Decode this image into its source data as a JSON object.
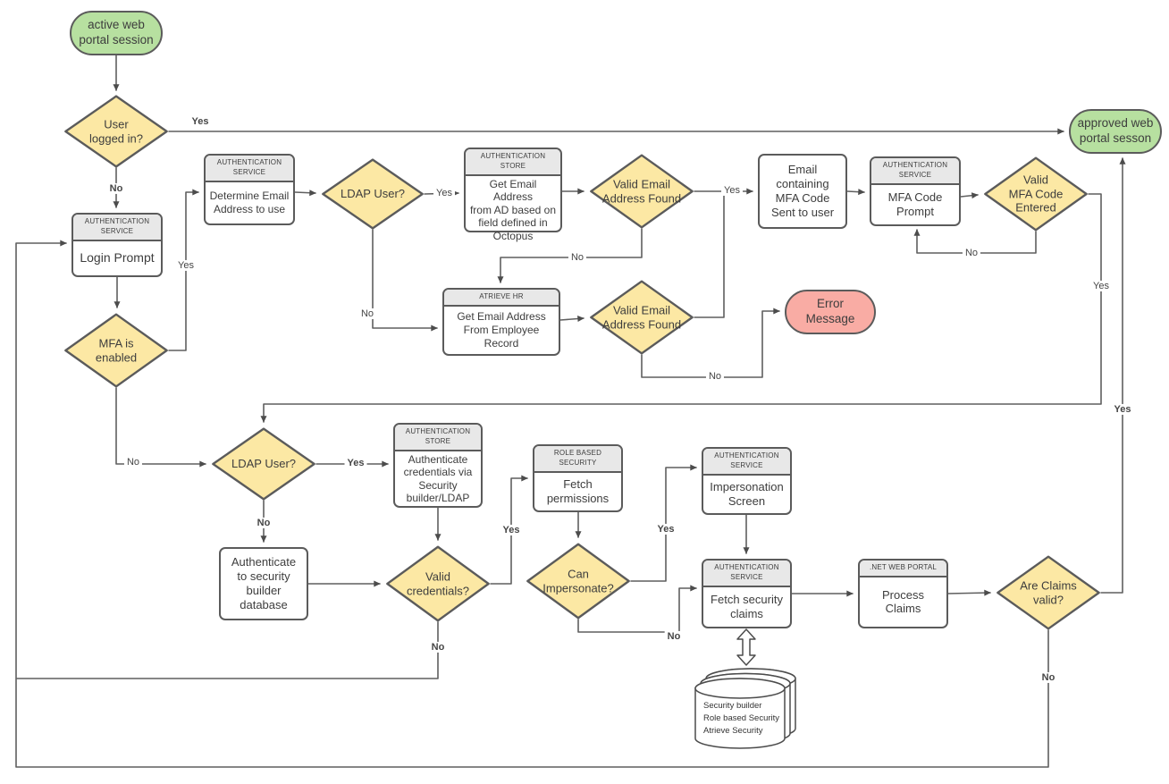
{
  "colors": {
    "terminator_green": "#b7e0a0",
    "decision_yellow": "#fce8a4",
    "error_pink": "#f9aca4",
    "process_white": "#ffffff",
    "header_gray": "#e8e8e8",
    "shape_border": "#5b5b5b",
    "connector_line": "#5f5f5f"
  },
  "nodes": {
    "start": {
      "label": "active web\nportal session"
    },
    "approved": {
      "label": "approved web\nportal sesson"
    },
    "error": {
      "label": "Error Message"
    },
    "d_logged_in": {
      "label": "User\nlogged in?"
    },
    "d_ldap1": {
      "label": "LDAP User?"
    },
    "d_email1": {
      "label": "Valid Email\nAddress Found"
    },
    "d_mfa_code": {
      "label": "Valid\nMFA Code\nEntered"
    },
    "d_mfa_enabled": {
      "label": "MFA is\nenabled"
    },
    "d_email2": {
      "label": "Valid Email\nAddress Found"
    },
    "d_ldap2": {
      "label": "LDAP User?"
    },
    "d_credentials": {
      "label": "Valid\ncredentials?"
    },
    "d_impersonate": {
      "label": "Can\nImpersonate?"
    },
    "d_claims": {
      "label": "Are Claims\nvalid?"
    },
    "p_determine": {
      "header": "AUTHENTICATION\nSERVICE",
      "label": "Determine Email\nAddress to use"
    },
    "p_get_ad": {
      "header": "AUTHENTICATION\nSTORE",
      "label": "Get Email Address\nfrom AD based on\nfield defined in\nOctopus"
    },
    "p_email_sent": {
      "label": "Email\ncontaining\nMFA Code\nSent to user"
    },
    "p_mfa_prompt": {
      "header": "AUTHENTICATION\nSERVICE",
      "label": "MFA Code\nPrompt"
    },
    "p_login": {
      "header": "AUTHENTICATION\nSERVICE",
      "label": "Login Prompt"
    },
    "p_hr": {
      "header": "ATRIEVE HR",
      "label": "Get Email Address\nFrom Employee\nRecord"
    },
    "p_auth_ldap": {
      "header": "AUTHENTICATION\nSTORE",
      "label": "Authenticate\ncredentials via\nSecurity\nbuilder/LDAP"
    },
    "p_auth_db": {
      "label": "Authenticate\nto security\nbuilder\ndatabase"
    },
    "p_fetch_perm": {
      "header": "ROLE BASED\nSECURITY",
      "label": "Fetch\npermissions"
    },
    "p_impersonation": {
      "header": "AUTHENTICATION\nSERVICE",
      "label": "Impersonation\nScreen"
    },
    "p_fetch_claims": {
      "header": "AUTHENTICATION\nSERVICE",
      "label": "Fetch security\nclaims"
    },
    "p_process_claims": {
      "header": ".NET WEB PORTAL",
      "label": "Process\nClaims"
    }
  },
  "database": {
    "lines": [
      "Security builder",
      "Role based Security",
      "Atrieve Security"
    ]
  },
  "edge_labels": {
    "logged_in_yes": "Yes",
    "logged_in_no": "No",
    "mfa_enabled_yes": "Yes",
    "mfa_enabled_no": "No",
    "ldap1_yes": "Yes",
    "ldap1_no": "No",
    "email1_yes": "Yes",
    "email1_no": "No",
    "email2_no": "No",
    "mfa_code_no": "No",
    "mfa_code_yes": "Yes",
    "ldap2_yes": "Yes",
    "ldap2_no": "No",
    "credentials_yes": "Yes",
    "credentials_no": "No",
    "impersonate_yes": "Yes",
    "impersonate_no": "No",
    "claims_yes": "Yes",
    "claims_no": "No"
  }
}
